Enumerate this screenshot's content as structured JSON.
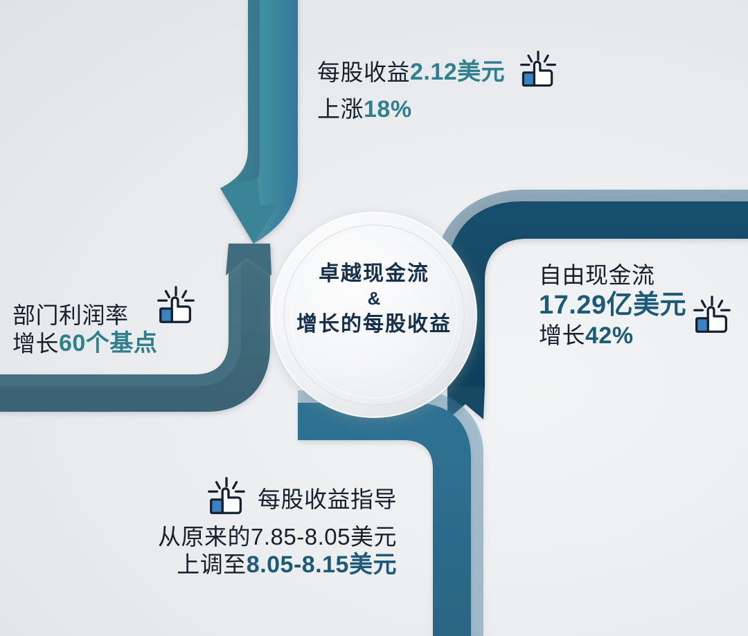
{
  "infographic": {
    "title_hub": {
      "line1": "卓越现金流",
      "line2": "&",
      "line3": "增长的每股收益"
    },
    "colors": {
      "teal_accent": "#2f7f8c",
      "deep_blue_accent": "#1d5a78",
      "hub_text": "#14304a",
      "body_text": "#16212b",
      "arm_top": "#46919f",
      "arm_left": "#406a7c",
      "arm_right": "#124663",
      "arm_bottom": "#2d6e90",
      "icon_cuff": "#3b82c4",
      "icon_outline": "#13212e",
      "background": "#e6e9ec"
    },
    "callouts": {
      "top": {
        "icon": "thumbs-up-icon",
        "line1_regular": "每股收益",
        "line1_highlight": "2.12美元",
        "line2_regular": "上涨 ",
        "line2_highlight": "18%"
      },
      "right": {
        "icon": "thumbs-up-icon",
        "line1_regular": "自由现金流",
        "line2_highlight": "17.29亿美元",
        "line3_regular": "增长",
        "line3_highlight": "42%"
      },
      "left": {
        "icon": "thumbs-up-icon",
        "line1_regular": "部门利润率",
        "line2_regular": "增长",
        "line2_highlight": "60个基点"
      },
      "bottom": {
        "icon": "thumbs-up-icon",
        "line1_regular": "每股收益指导",
        "line2_regular": "从原来的7.85-8.05美元",
        "line3_regular": "上调至",
        "line3_highlight": "8.05-8.15美元"
      }
    }
  }
}
